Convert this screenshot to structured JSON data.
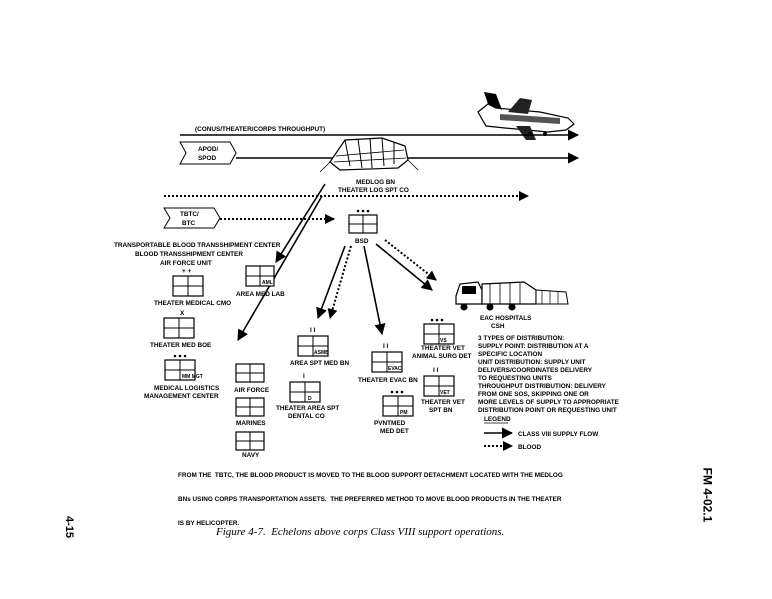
{
  "routes": {
    "throughput": "(CONUS/THEATER/CORPS THROUGHPUT)",
    "apod_line1": "APOD/",
    "apod_line2": "SPOD",
    "tbtc_line1": "TBTC/",
    "tbtc_line2": "BTC"
  },
  "units": {
    "medlog_line1": "MEDLOG BN",
    "medlog_line2": "THEATER LOG SPT CO",
    "bsd": "BSD",
    "tbtc_line1": "TRANSPORTABLE BLOOD TRANSSHIPMENT CENTER",
    "tbtc_line2": "BLOOD TRANSSHIPMENT CENTER",
    "tbtc_line3": "AIR FORCE UNIT",
    "cmo": "THEATER MEDICAL CMO",
    "cmo_echelon": "+ +",
    "area_med_lab": "AREA MED LAB",
    "area_med_lab_tag": "AML",
    "med_boe": "THEATER MED BOE",
    "med_boe_echelon": "X",
    "mlmc_line1": "MEDICAL LOGISTICS",
    "mlmc_line2": "MANAGEMENT CENTER",
    "mlmc_tag": "MM MGT",
    "air_force": "AIR FORCE",
    "marines": "MARINES",
    "navy": "NAVY",
    "area_spt_med": "AREA SPT MED BN",
    "area_spt_med_tag": "ASMB",
    "area_spt_med_echelon": "I I",
    "dental_line1": "THEATER AREA SPT",
    "dental_line2": "DENTAL CO",
    "dental_echelon": "I",
    "dental_tag": "D",
    "evac": "THEATER EVAC BN",
    "evac_echelon": "I I",
    "evac_tag": "EVAC",
    "pvnt_line1": "PVNTMED",
    "pvnt_line2": "MED DET",
    "pvnt_tag": "PM",
    "vet_surg_line1": "THEATER VET",
    "vet_surg_line2": "ANIMAL SURG DET",
    "vet_surg_tag": "VS",
    "vet_spt_line1": "THEATER VET",
    "vet_spt_line2": "SPT BN",
    "vet_spt_echelon": "I I",
    "vet_spt_tag": "VET",
    "hosp_line1": "EAC HOSPITALS",
    "hosp_line2": "CSH"
  },
  "distribution_text": [
    "3 TYPES OF DISTRIBUTION:",
    "SUPPLY POINT: DISTRIBUTION AT A",
    "SPECIFIC LOCATION",
    "UNIT DISTRIBUTION: SUPPLY UNIT",
    "DELIVERS/COORDINATES DELIVERY",
    "TO REQUESTING UNITS",
    "THROUGHPUT DISTRIBUTION: DELIVERY",
    "FROM  ONE SOS, SKIPPING ONE OR",
    "MORE LEVELS OF SUPPLY TO APPROPRIATE",
    "DISTRIBUTION POINT OR REQUESTING UNIT"
  ],
  "legend": {
    "title": "LEGEND",
    "supply_flow": "CLASS VIII SUPPLY FLOW",
    "blood": "BLOOD"
  },
  "note": [
    "FROM THE  TBTC, THE BLOOD PRODUCT IS MOVED TO THE BLOOD SUPPORT DETACHMENT LOCATED WITH THE MEDLOG",
    "BNs USING CORPS TRANSPORTATION ASSETS.  THE PREFERRED METHOD TO MOVE BLOOD PRODUCTS IN THE THEATER",
    "IS BY HELICOPTER."
  ],
  "caption": "Figure 4-7.  Echelons above corps Class VIII support operations.",
  "page_number": "4-15",
  "manual_id": "FM 4-02.1"
}
